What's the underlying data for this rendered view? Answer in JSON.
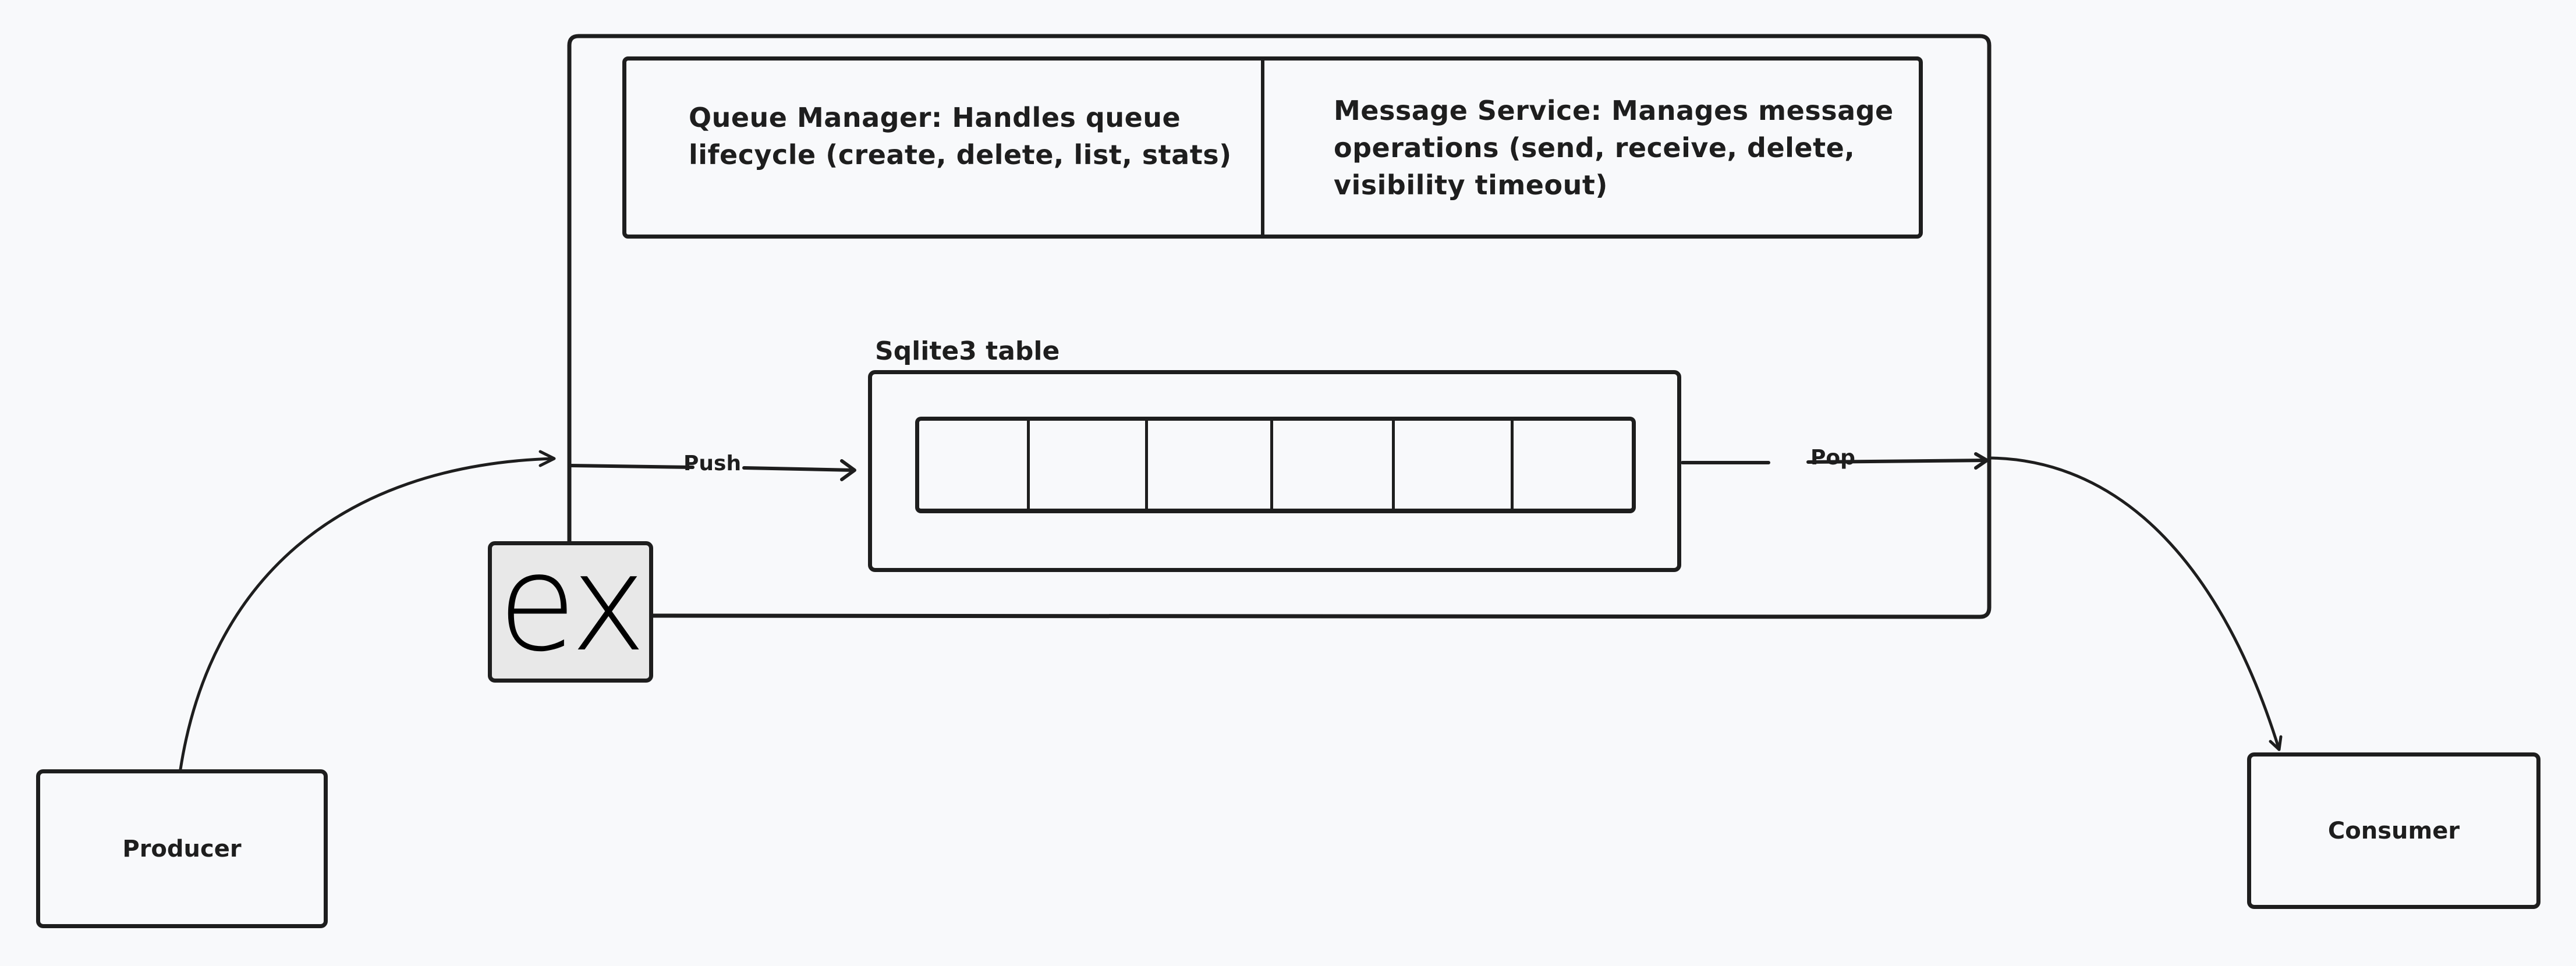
{
  "diagram": {
    "system": {
      "queue_manager": {
        "text": "Queue Manager: Handles queue\nlifecycle (create, delete, list, stats)"
      },
      "message_service": {
        "text": "Message Service: Manages message\noperations (send, receive, delete,\nvisibility timeout)"
      },
      "sqlite_table": {
        "label": "Sqlite3 table",
        "cells": 6
      },
      "express_logo": {
        "icon": "express-logo-icon",
        "text": "ex"
      }
    },
    "edges": {
      "push": {
        "label": "Push"
      },
      "pop": {
        "label": "Pop"
      }
    },
    "producer": {
      "label": "Producer"
    },
    "consumer": {
      "label": "Consumer"
    }
  },
  "colors": {
    "background": "#f8f9fb",
    "stroke": "#1e1e1e",
    "logo_fill": "#e8e8e8"
  }
}
